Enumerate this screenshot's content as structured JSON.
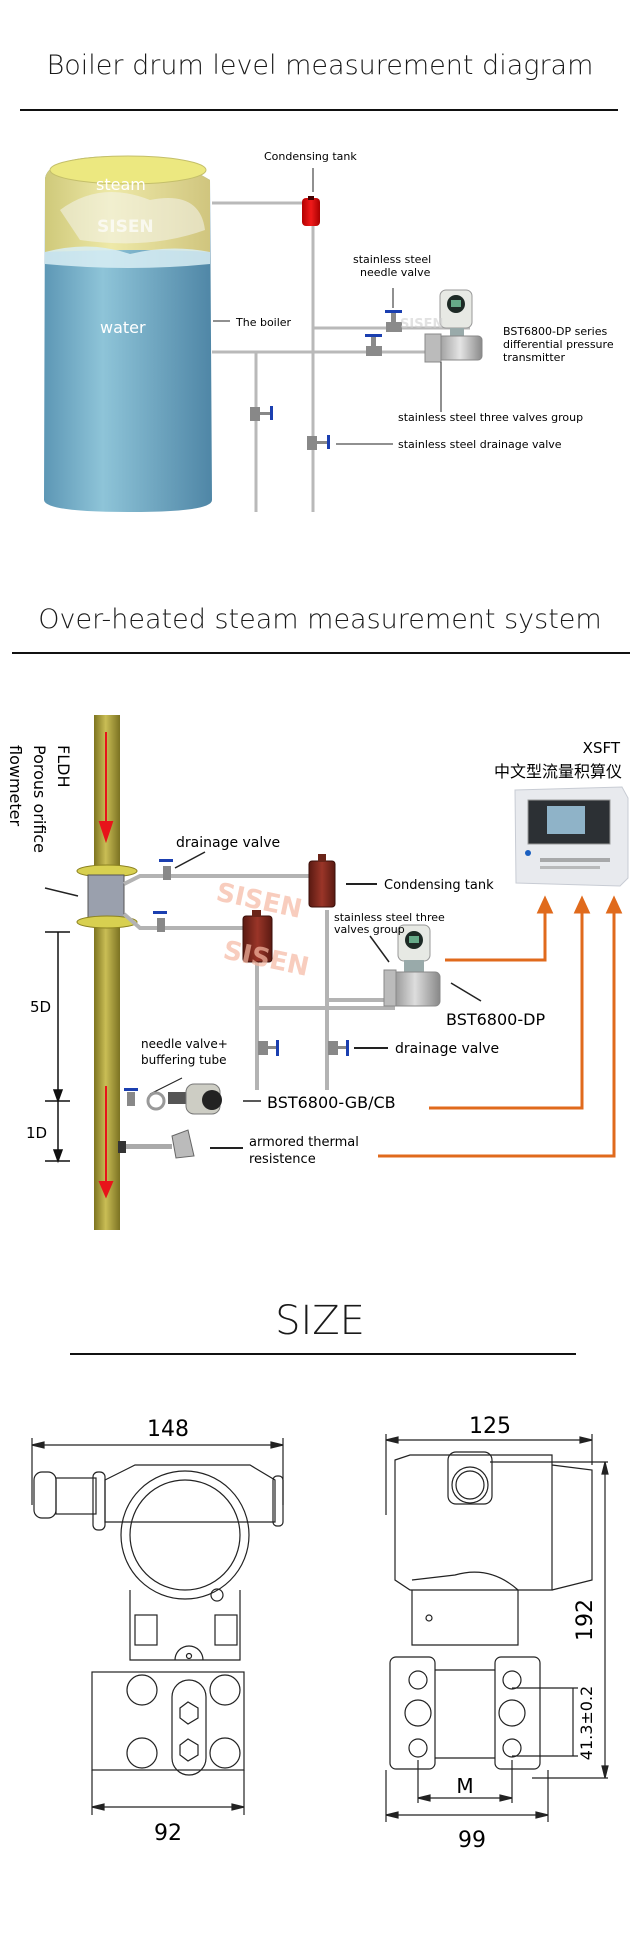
{
  "sections": {
    "boiler": {
      "title": "Boiler drum level measurement diagram",
      "labels": {
        "steam": "steam",
        "water": "water",
        "boiler": "The boiler",
        "condensing_tank": "Condensing tank",
        "needle_valve_l1": "stainless steel",
        "needle_valve_l2": "needle valve",
        "transmitter_l1": "BST6800-DP series",
        "transmitter_l2": "differential pressure",
        "transmitter_l3": "transmitter",
        "three_valves": "stainless steel three valves group",
        "drainage_valve": "stainless steel drainage valve",
        "watermark": "SISEN"
      }
    },
    "steam": {
      "title": "Over-heated steam measurement system",
      "labels": {
        "flowmeter_l1": "FLDH",
        "flowmeter_l2": "Porous orifice",
        "flowmeter_l3": "flowmeter",
        "drainage_valve_top": "drainage valve",
        "condensing_tank": "Condensing tank",
        "three_valves_l1": "stainless steel three",
        "three_valves_l2": "valves group",
        "dp_model": "BST6800-DP",
        "drainage_valve_bottom": "drainage valve",
        "needle_l1": "needle valve+",
        "needle_l2": "buffering tube",
        "gb_model": "BST6800-GB/CB",
        "thermal_l1": "armored thermal",
        "thermal_l2": "resistence",
        "dim_5d": "5D",
        "dim_1d": "1D",
        "xsft_l1": "XSFT",
        "xsft_l2": "中文型流量积算仪",
        "watermark": "SISEN"
      },
      "colors": {
        "signal": "#e06a1c",
        "flow_arrow": "#e8141a",
        "pipe": "#a89a2e"
      }
    },
    "size": {
      "title": "SIZE",
      "front": {
        "width_top": "148",
        "width_bottom": "92"
      },
      "side": {
        "width_top": "125",
        "width_bottom": "99",
        "height": "192",
        "hole_spacing": "41.3±0.2",
        "center_distance": "M"
      }
    }
  }
}
